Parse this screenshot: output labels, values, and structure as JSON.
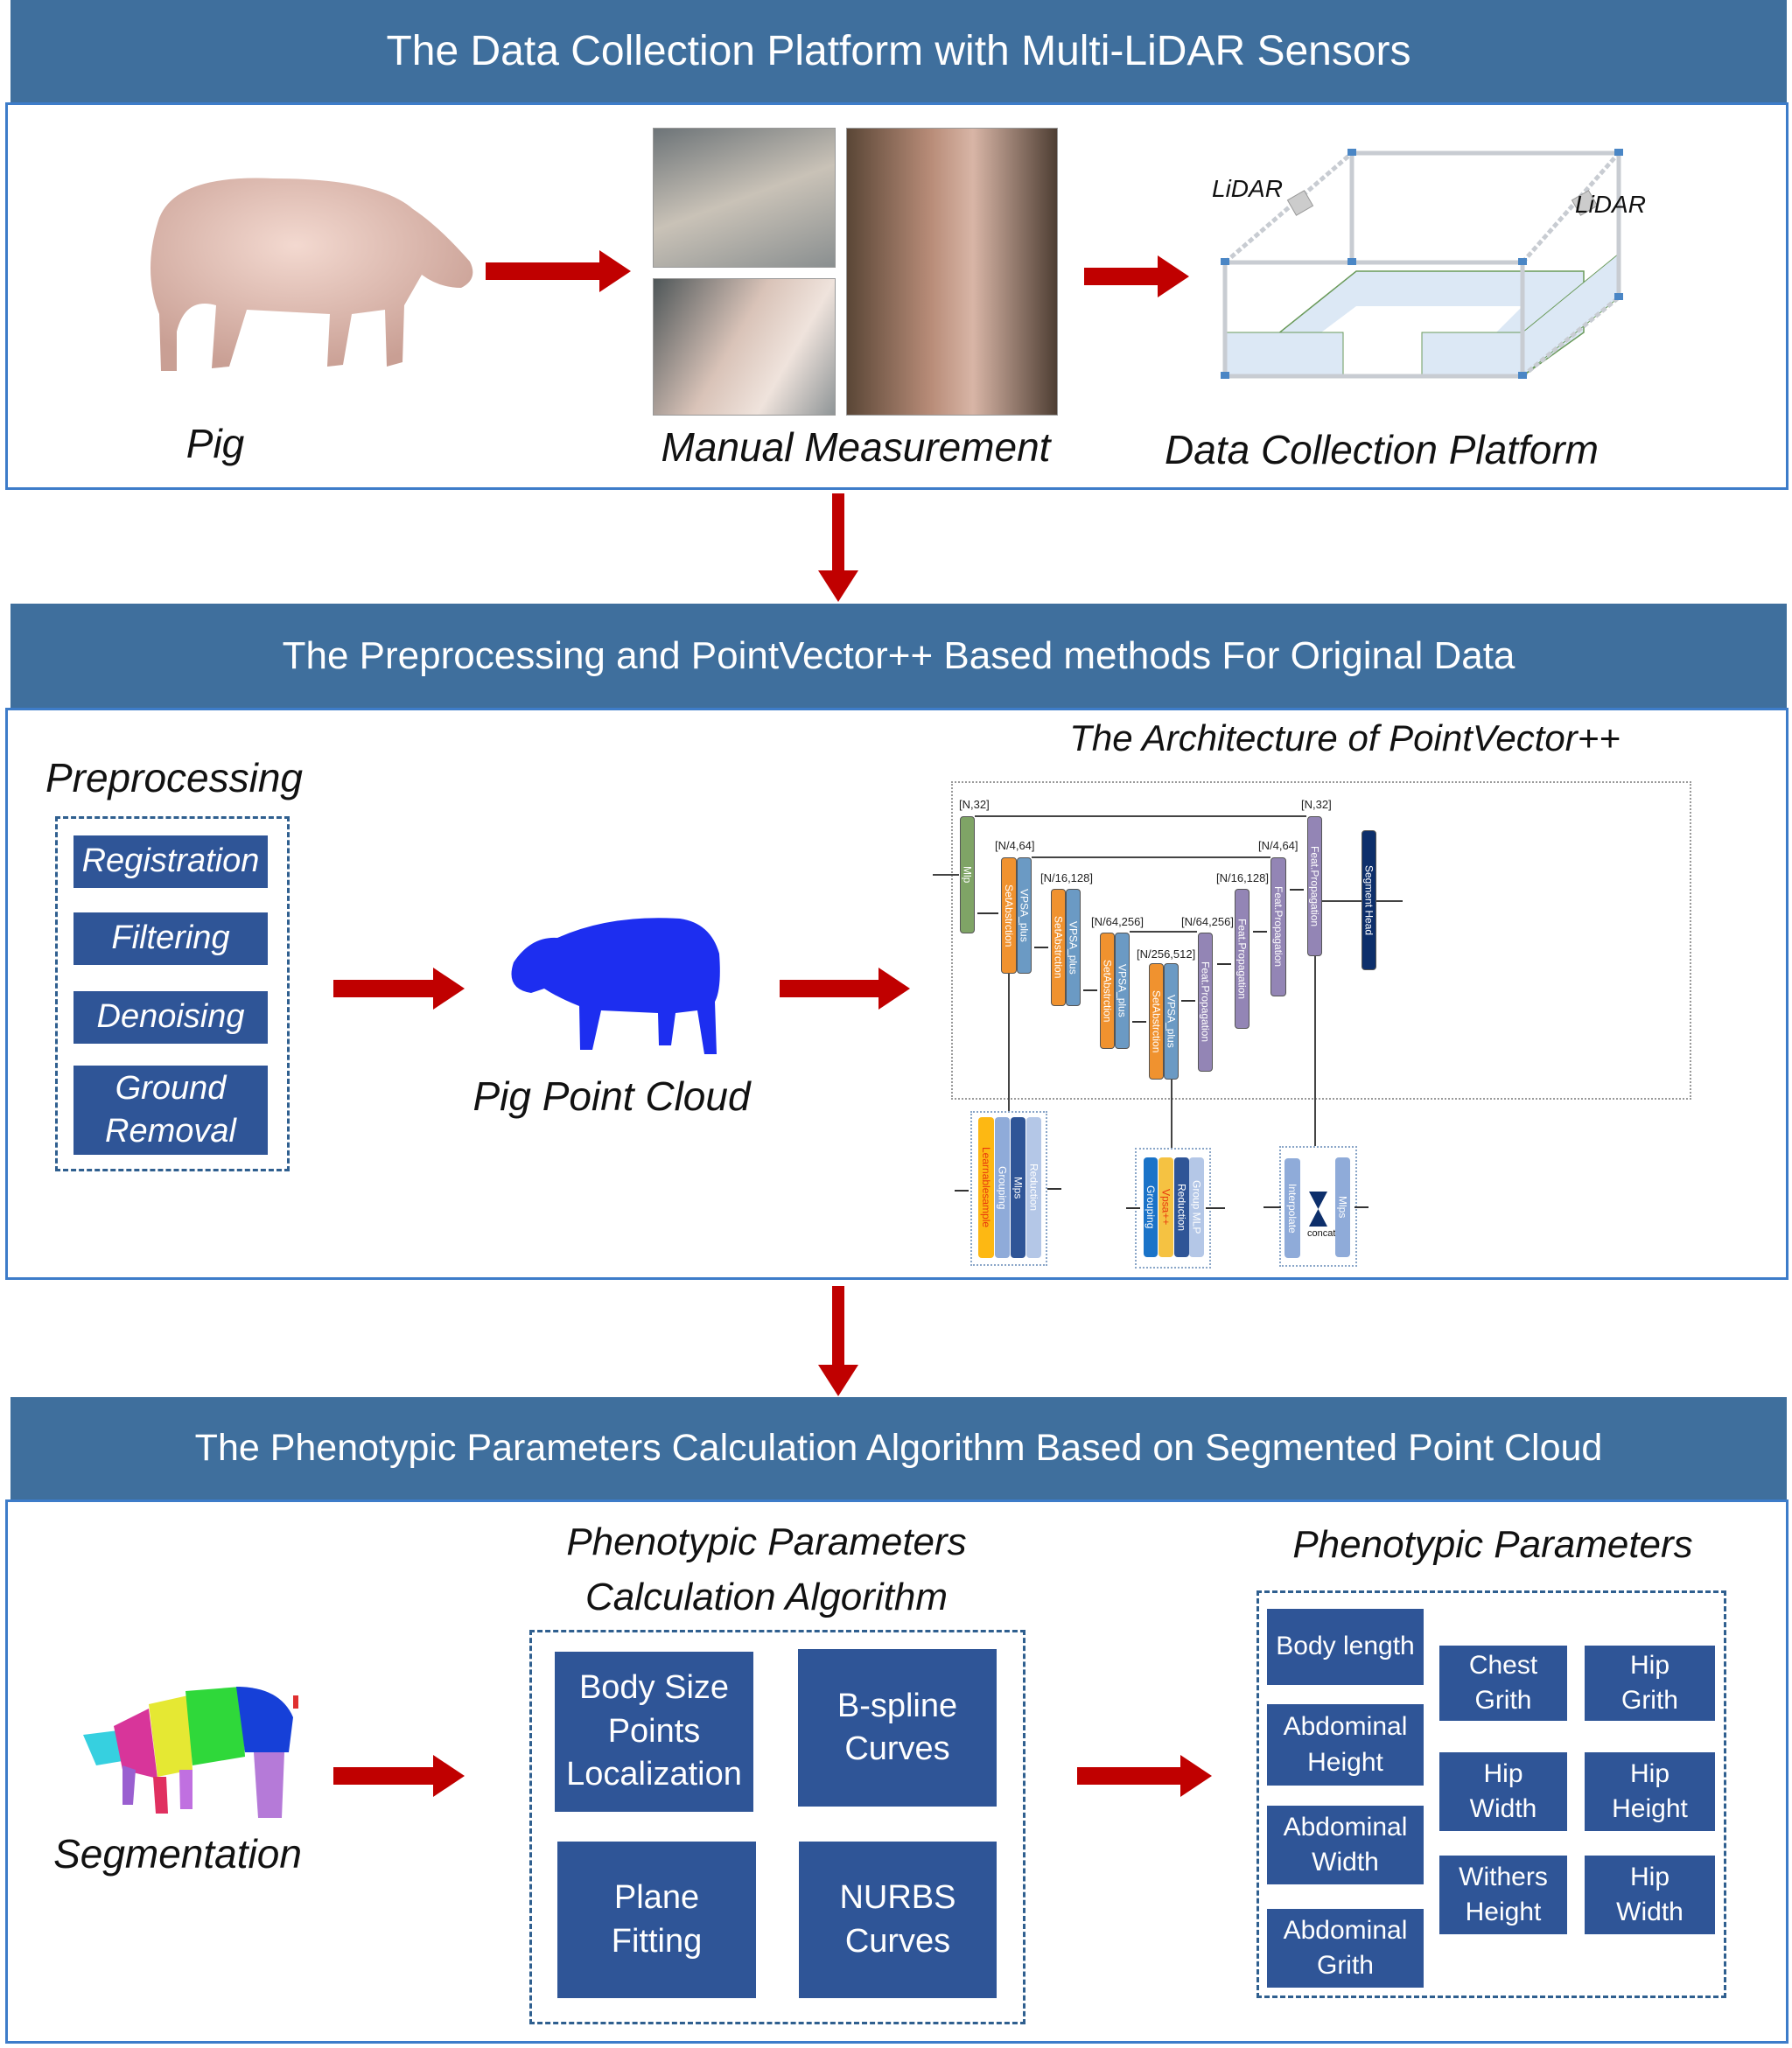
{
  "section1": {
    "title": "The Data Collection Platform with Multi-LiDAR Sensors",
    "pig_label": "Pig",
    "manual_label": "Manual Measurement",
    "platform_label": "Data Collection Platform",
    "lidar_left": "LiDAR",
    "lidar_right": "LiDAR"
  },
  "section2": {
    "title": "The Preprocessing and PointVector++ Based methods For Original Data",
    "preprocessing_title": "Preprocessing",
    "steps": [
      "Registration",
      "Filtering",
      "Denoising",
      "Ground Removal"
    ],
    "point_cloud_label": "Pig Point Cloud",
    "architecture": {
      "title": "The Architecture of PointVector++",
      "dims": [
        "[N,32]",
        "[N/4,64]",
        "[N/16,128]",
        "[N/64,256]",
        "[N/256,512]",
        "[N/64,256]",
        "[N/16,128]",
        "[N/4,64]",
        "[N,32]"
      ],
      "mlp": "Mlp",
      "set_abstraction": "SetAbstrction",
      "vpsa_plus": "VPSA_plus",
      "feat_propagation": "Feat.Propagation",
      "segment_head": "Segment Head",
      "module1": [
        "Learnablesample",
        "Grouping",
        "Mlps",
        "Reduction"
      ],
      "module2": [
        "Grouping",
        "Vpsa++",
        "Reduction",
        "Group MLP"
      ],
      "module3": {
        "interpolate": "Interpolate",
        "concat": "concat",
        "mlps": "Mlps"
      }
    }
  },
  "section3": {
    "title": "The Phenotypic Parameters Calculation Algorithm Based on Segmented Point Cloud",
    "segmentation_label": "Segmentation",
    "algorithm_title_1": "Phenotypic Parameters",
    "algorithm_title_2": "Calculation Algorithm",
    "algorithms": [
      "Body Size Points Localization",
      "B-spline Curves",
      "Plane Fitting",
      "NURBS Curves"
    ],
    "parameters_title": "Phenotypic Parameters",
    "parameters": [
      "Body length",
      "Abdominal Height",
      "Abdominal Width",
      "Abdominal Grith",
      "Chest Grith",
      "Hip Grith",
      "Hip Width",
      "Hip Height",
      "Withers Height",
      "Hip Width"
    ]
  },
  "colors": {
    "header": "#3f6f9d",
    "box": "#2f5597",
    "arrow": "#c00000"
  }
}
